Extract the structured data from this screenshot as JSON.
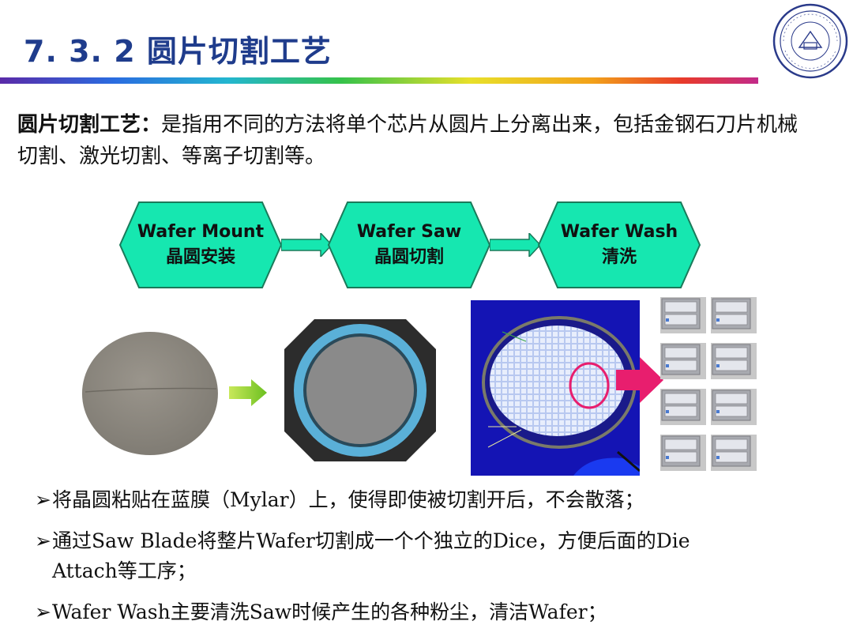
{
  "title": "7. 3. 2  圆片切割工艺",
  "intro": {
    "term": "圆片切割工艺：",
    "text": "是指用不同的方法将单个芯片从圆片上分离出来，包括金钢石刀片机械切割、激光切割、等离子切割等。"
  },
  "steps": [
    {
      "en": "Wafer Mount",
      "zh": "晶圆安装"
    },
    {
      "en": "Wafer Saw",
      "zh": "晶圆切割"
    },
    {
      "en": "Wafer Wash",
      "zh": "清洗"
    }
  ],
  "colors": {
    "title": "#1f3c8c",
    "hex_fill": "#16e7b0",
    "hex_stroke": "#1a7a5a",
    "dice_panel": "#1414b4",
    "highlight": "#e81e6e"
  },
  "bullet_marker": "➢",
  "bullets": [
    "将晶圆粘贴在蓝膜（Mylar）上，使得即使被切割开后，不会散落；",
    "通过Saw Blade将整片Wafer切割成一个个独立的Dice，方便后面的Die Attach等工序；",
    "Wafer Wash主要清洗Saw时候产生的各种粉尘，清洁Wafer；"
  ]
}
